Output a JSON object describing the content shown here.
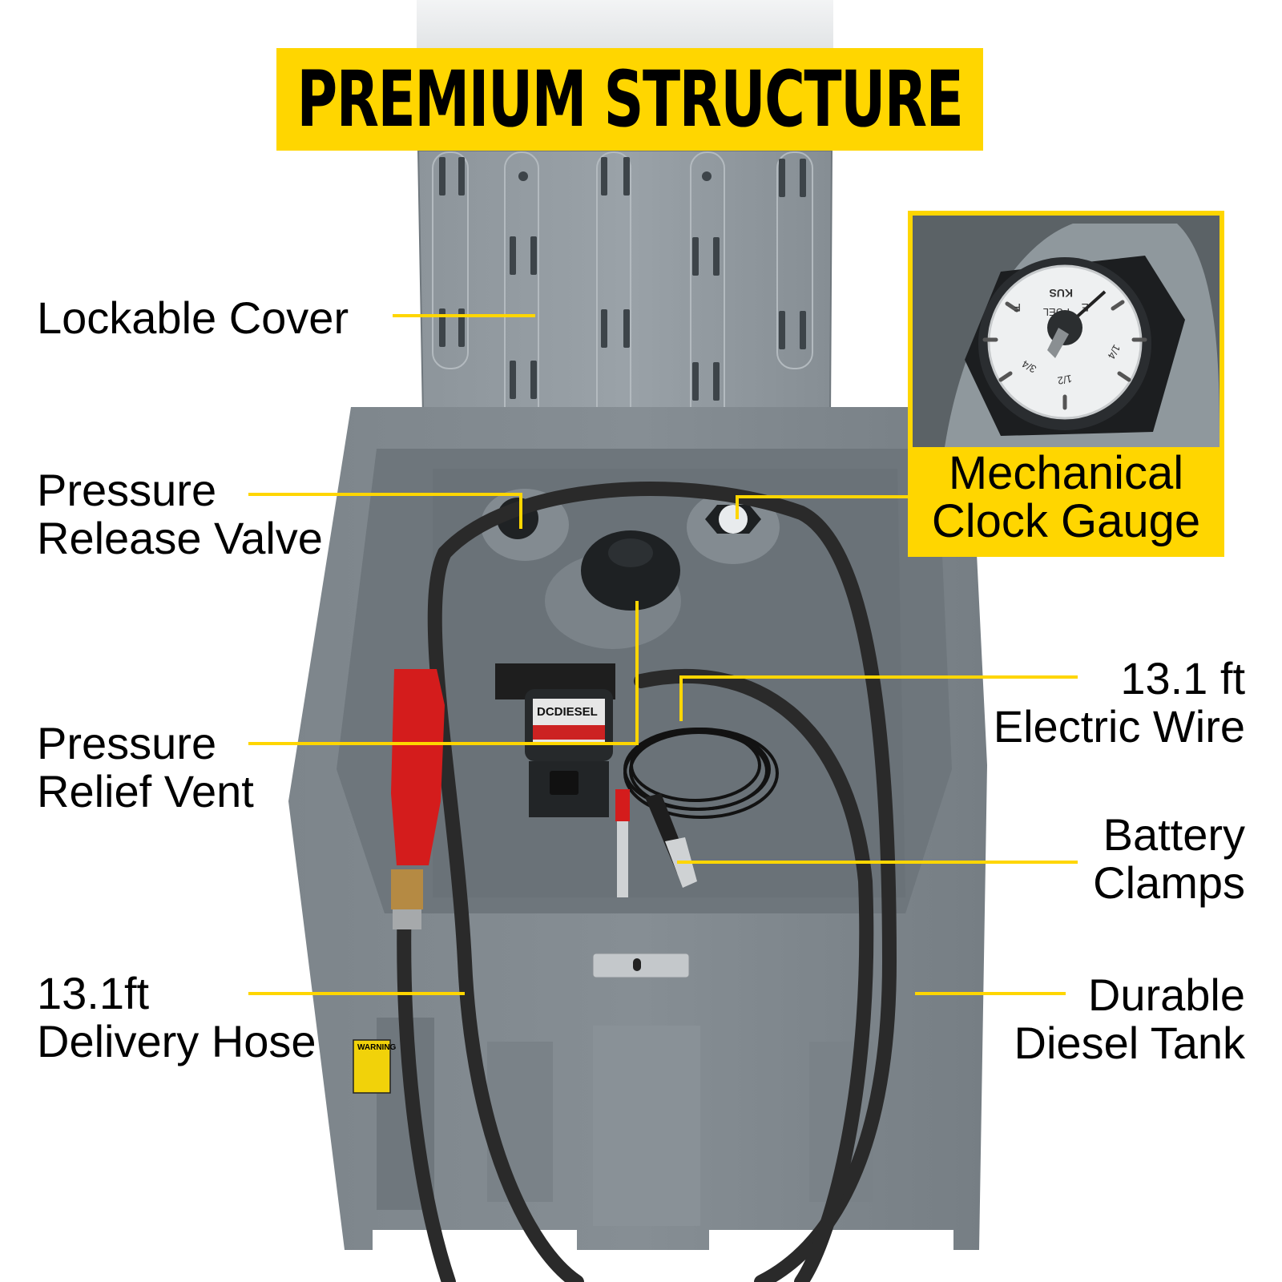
{
  "banner": {
    "title": "PREMIUM STRUCTURE"
  },
  "callouts": {
    "lockable_cover": "Lockable Cover",
    "pressure_release_valve": {
      "line1": "Pressure",
      "line2": "Release Valve"
    },
    "pressure_relief_vent": {
      "line1": "Pressure",
      "line2": "Relief Vent"
    },
    "delivery_hose": {
      "line1": "13.1ft",
      "line2": "Delivery Hose"
    },
    "electric_wire": {
      "line1": "13.1 ft",
      "line2": "Electric Wire"
    },
    "battery_clamps": {
      "line1": "Battery",
      "line2": "Clamps"
    },
    "diesel_tank": {
      "line1": "Durable",
      "line2": "Diesel Tank"
    }
  },
  "gauge_inset": {
    "caption_line1": "Mechanical",
    "caption_line2": "Clock Gauge",
    "dial_brand": "KUS",
    "dial_label": "FUEL",
    "dial_marks": [
      "E",
      "1/4",
      "1/2",
      "3/4",
      "F"
    ]
  },
  "product": {
    "pump_brand": "DCDIESEL",
    "warning_label": "WARNING"
  },
  "colors": {
    "accent_yellow": "#FFD600",
    "tank_gray": "#7a8288",
    "nozzle_red": "#d41c1c",
    "hose_black": "#2a2a2a"
  }
}
